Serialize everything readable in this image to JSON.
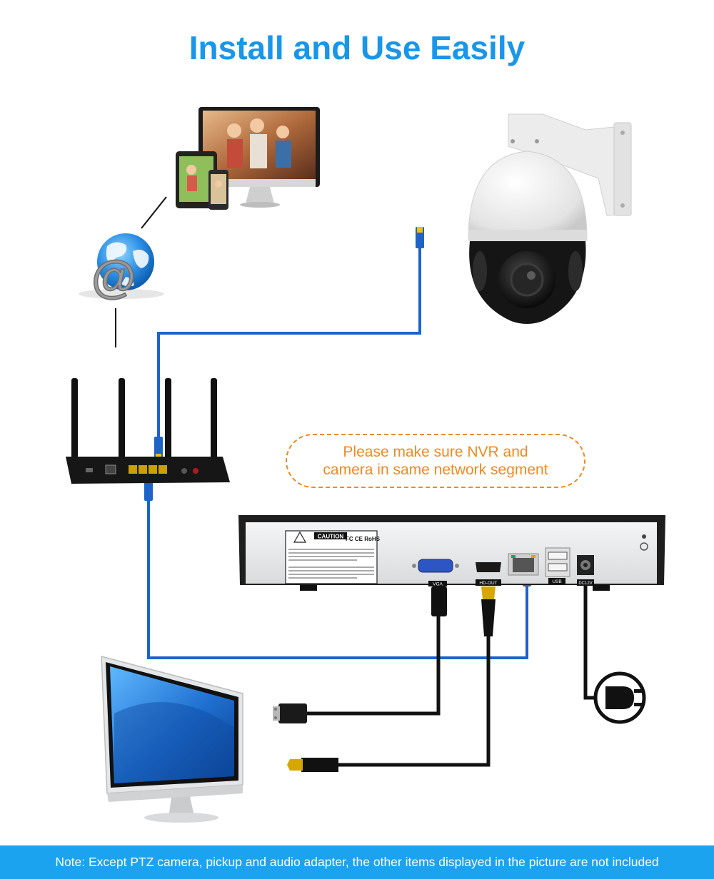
{
  "title": "Install and Use Easily",
  "note_bubble": {
    "line1": "Please make sure NVR and",
    "line2": "camera in same network segment"
  },
  "nvr_panel": {
    "caution_label": "CAUTION",
    "certifications": "FC CE RoHS",
    "vga_label": "VGA",
    "hdout_label": "HD-OUT",
    "usb_label": "USB",
    "dc_label": "DC12V"
  },
  "footer_note": "Note: Except  PTZ camera, pickup and audio adapter, the other items displayed in the picture are not included",
  "colors": {
    "title": "#1a96e8",
    "cable": "#1d63c8",
    "note": "#f08a24",
    "footer_bg": "#1ba3f0"
  },
  "icons": [
    "display-devices-icon",
    "internet-globe-icon",
    "ptz-camera-icon",
    "router-icon",
    "nvr-icon",
    "monitor-icon",
    "vga-plug-icon",
    "hdmi-plug-icon",
    "power-plug-icon"
  ]
}
